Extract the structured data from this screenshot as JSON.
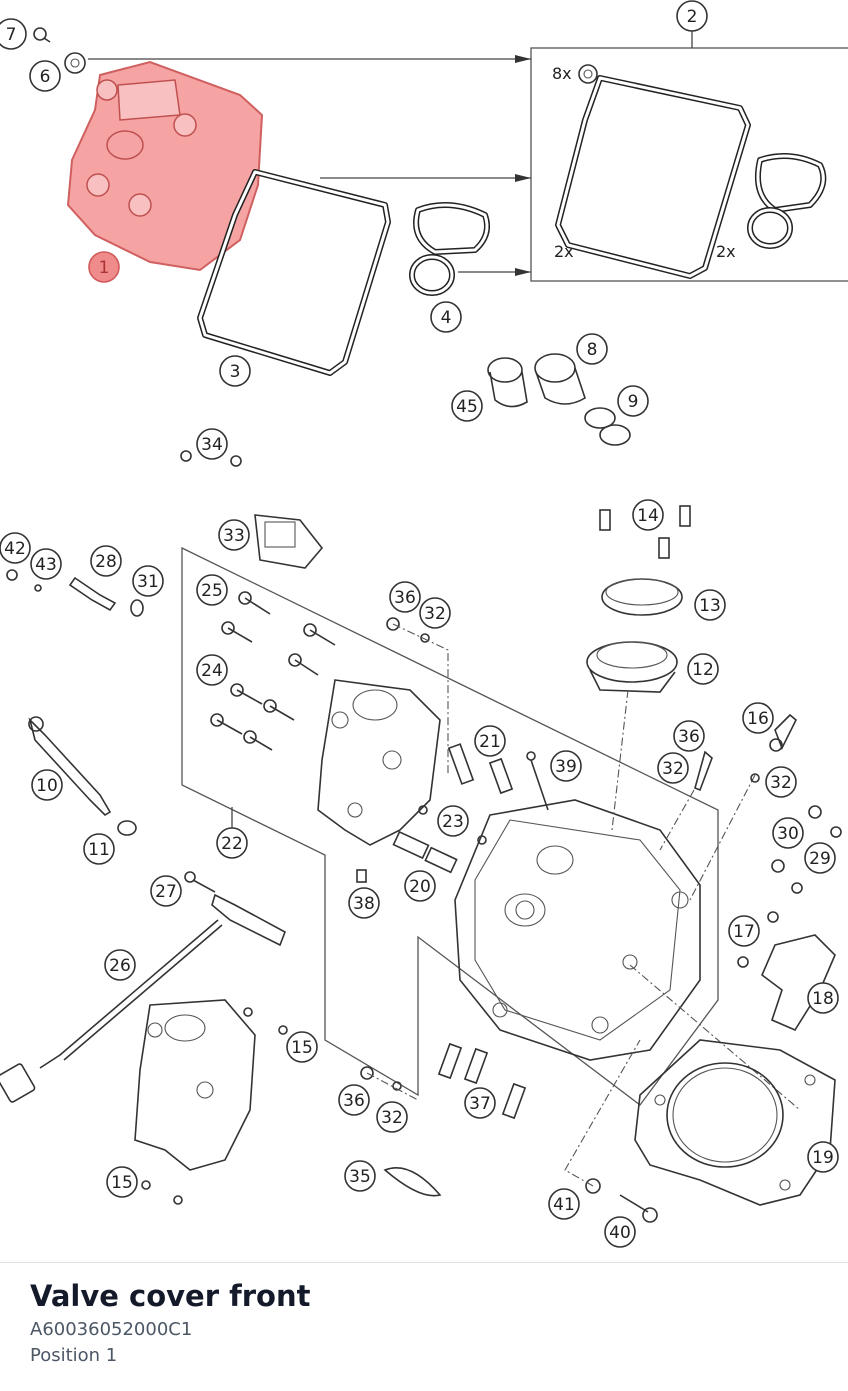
{
  "callouts": [
    {
      "label": "1",
      "highlight": true
    },
    {
      "label": "2"
    },
    {
      "label": "3"
    },
    {
      "label": "4"
    },
    {
      "label": "6"
    },
    {
      "label": "7"
    },
    {
      "label": "8"
    },
    {
      "label": "9"
    },
    {
      "label": "45"
    },
    {
      "label": "34"
    },
    {
      "label": "33"
    },
    {
      "label": "14"
    },
    {
      "label": "13"
    },
    {
      "label": "12"
    },
    {
      "label": "42"
    },
    {
      "label": "43"
    },
    {
      "label": "28"
    },
    {
      "label": "31"
    },
    {
      "label": "25"
    },
    {
      "label": "24"
    },
    {
      "label": "36"
    },
    {
      "label": "32"
    },
    {
      "label": "10"
    },
    {
      "label": "11"
    },
    {
      "label": "22"
    },
    {
      "label": "21"
    },
    {
      "label": "39"
    },
    {
      "label": "23"
    },
    {
      "label": "20"
    },
    {
      "label": "38"
    },
    {
      "label": "16"
    },
    {
      "label": "36"
    },
    {
      "label": "32"
    },
    {
      "label": "32"
    },
    {
      "label": "30"
    },
    {
      "label": "29"
    },
    {
      "label": "27"
    },
    {
      "label": "26"
    },
    {
      "label": "17"
    },
    {
      "label": "18"
    },
    {
      "label": "15"
    },
    {
      "label": "36"
    },
    {
      "label": "32"
    },
    {
      "label": "37"
    },
    {
      "label": "19"
    },
    {
      "label": "35"
    },
    {
      "label": "15"
    },
    {
      "label": "41"
    },
    {
      "label": "40"
    }
  ],
  "quantities": {
    "q1": "8x",
    "q2": "2x",
    "q3": "2x"
  },
  "footer": {
    "title": "Valve cover front",
    "part_number": "A60036052000C1",
    "position": "Position 1"
  },
  "colors": {
    "highlight": "#f08b8b",
    "title": "#141a2a",
    "meta": "#4c5766"
  }
}
